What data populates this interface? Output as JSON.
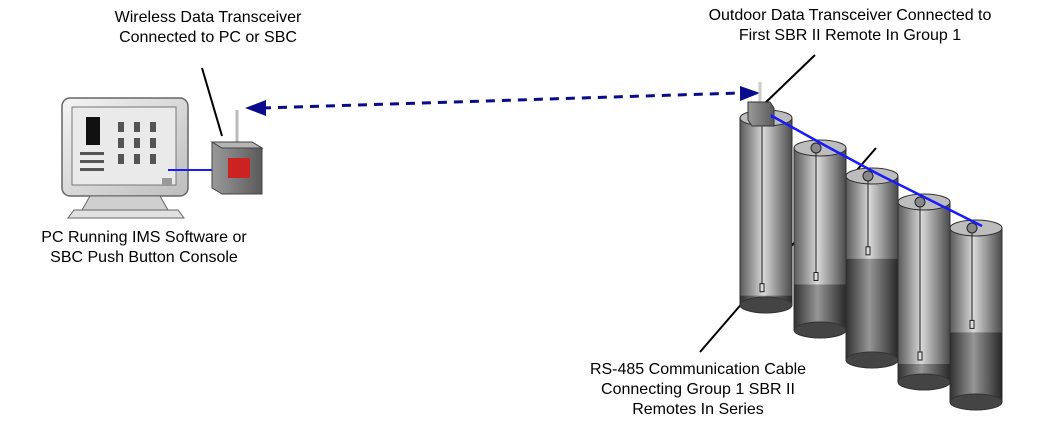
{
  "labels": {
    "transceiver": [
      "Wireless Data Transceiver",
      "Connected to PC or SBC"
    ],
    "outdoor": [
      "Outdoor Data Transceiver Connected to",
      "First SBR II Remote In Group 1"
    ],
    "pc": [
      "PC Running IMS Software or",
      "SBC Push Button Console"
    ],
    "cable": [
      "RS-485 Communication Cable",
      "Connecting Group 1 SBR II",
      "Remotes In Series"
    ]
  },
  "colors": {
    "cable": "#1a1aff",
    "wireless_link": "#0a0a8c",
    "transceiver_box": "#7a7a7a",
    "transceiver_label": "#cc2222",
    "screen": "#e8e8e8"
  },
  "silos": [
    {
      "name": "silo-1",
      "fill_level": 0.05
    },
    {
      "name": "silo-2",
      "fill_level": 0.25
    },
    {
      "name": "silo-3",
      "fill_level": 0.55
    },
    {
      "name": "silo-4",
      "fill_level": 0.1
    },
    {
      "name": "silo-5",
      "fill_level": 0.4
    }
  ]
}
